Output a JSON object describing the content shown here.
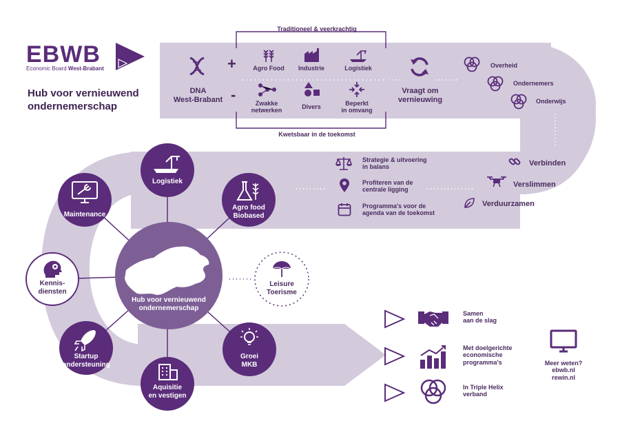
{
  "logo": {
    "bold": "EBWB",
    "subtitle_light": "Economic Board ",
    "subtitle_bold": "West-Brabant"
  },
  "hub_title": "Hub voor vernieuwend\nondernemerschap",
  "traditional_label": "Traditioneel & veerkrachtig",
  "vulnerable_label": "Kwetsbaar in de toekomst",
  "plus_sign": "+",
  "minus_sign": "-",
  "dna": "DNA\nWest-Brabant",
  "strengths": [
    "Agro Food",
    "Industrie",
    "Logistiek"
  ],
  "weaknesses": [
    "Zwakke\nnetwerken",
    "Divers",
    "Beperkt\nin omvang"
  ],
  "renewal": "Vraagt om\nvernieuwing",
  "helix": [
    "Overheid",
    "Ondernemers",
    "Onderwijs"
  ],
  "actions": [
    "Verbinden",
    "Verslimmen",
    "Verduurzamen"
  ],
  "strategy": [
    "Strategie & uitvoering\nin balans",
    "Profiteren van de\ncentrale ligging",
    "Programma's voor de\nagenda van de toekomst"
  ],
  "hub_center": "Hub voor vernieuwend\nondernemerschap",
  "satellites": [
    "Logistiek",
    "Agro food\nBiobased",
    "Groei\nMKB",
    "Aquisitie\nen vestigen",
    "Startup\nondersteuning",
    "Kennis-\ndiensten",
    "Maintenance"
  ],
  "leisure": "Leisure\nToerisme",
  "outcomes": [
    "Samen\naan de slag",
    "Met doelgerichte\neconomische\nprogramma's",
    "In Triple Helix\nverband"
  ],
  "contact": "Meer weten?\nebwb.nl\nrewin.nl",
  "colors": {
    "dark_purple": "#5a2c79",
    "band": "#d3cbdc",
    "light_purple": "#7d5f96",
    "text": "#4a2a5e"
  }
}
